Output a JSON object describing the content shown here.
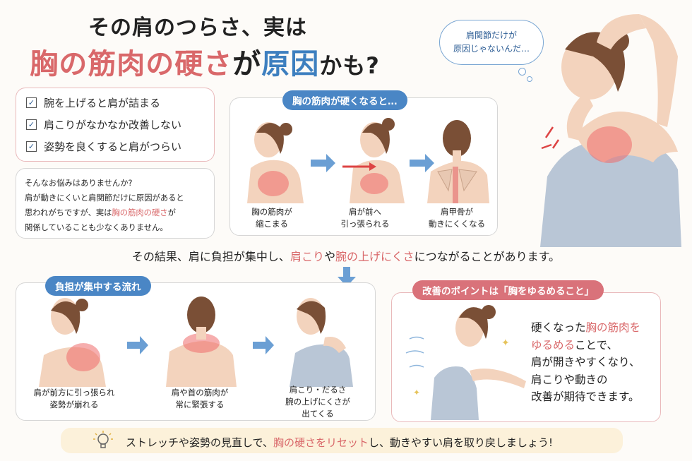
{
  "title": {
    "line1": "その肩のつらさ、実は",
    "line2_part1": "胸の筋肉の硬さ",
    "line2_part2": "が",
    "line2_part3": "原因",
    "line2_part4": "かも?"
  },
  "checklist": [
    "腕を上げると肩が詰まる",
    "肩こりがなかなか改善しない",
    "姿勢を良くすると肩がつらい"
  ],
  "worry": {
    "line1": "そんなお悩みはありませんか?",
    "line2": "肩が動きにくいと肩関節だけに原因があると",
    "line3_pre": "思われがちですが、実は",
    "line3_hl": "胸の筋肉の硬さ",
    "line3_post": "が",
    "line4": "関係していることも少なくありません。"
  },
  "bubble": {
    "line1": "肩関節だけが",
    "line2": "原因じゃないんだ…"
  },
  "mechanism": {
    "header": "胸の筋肉が硬くなると…",
    "steps": [
      {
        "line1": "胸の筋肉が",
        "line2": "縮こまる"
      },
      {
        "line1": "肩が前へ",
        "line2": "引っ張られる"
      },
      {
        "line1": "肩甲骨が",
        "line2": "動きにくくなる"
      }
    ]
  },
  "result": {
    "pre": "その結果、肩に負担が集中し、",
    "hl1": "肩こり",
    "mid": "や",
    "hl2": "腕の上げにくさ",
    "post": "につながることがあります。"
  },
  "flow": {
    "header": "負担が集中する流れ",
    "steps": [
      {
        "line1": "肩が前方に引っ張られ",
        "line2": "姿勢が崩れる"
      },
      {
        "line1": "肩や首の筋肉が",
        "line2": "常に緊張する"
      },
      {
        "line1": "肩こり・だるさ",
        "line2": "腕の上げにくさが",
        "line3": "出てくる"
      }
    ]
  },
  "improve": {
    "header": "改善のポイントは「胸をゆるめること」",
    "line1_pre": "硬くなった",
    "line1_hl": "胸の筋肉を",
    "line2_hl": "ゆるめる",
    "line2_post": "ことで、",
    "line3": "肩が開きやすくなり、",
    "line4": "肩こりや動きの",
    "line5": "改善が期待できます。"
  },
  "bottom": {
    "pre": "ストレッチや姿勢の見直しで、",
    "hl": "胸の硬さをリセット",
    "post": "し、動きやすい肩を取り戻しましょう!"
  },
  "icons": [
    "check-icon",
    "arrow-right-icon",
    "arrow-down-icon",
    "lightbulb-icon"
  ],
  "colors": {
    "accent_red": "#d9686a",
    "accent_blue": "#3d7fbf",
    "pill_blue": "#4a86c5",
    "pill_pink": "#d9727a"
  }
}
